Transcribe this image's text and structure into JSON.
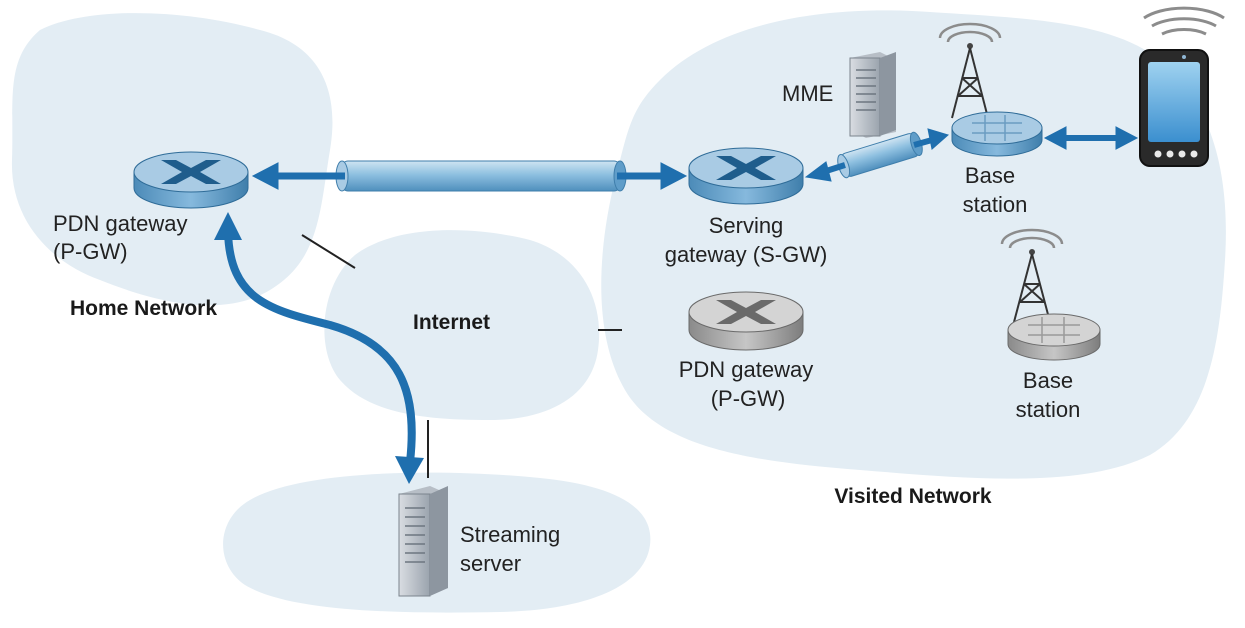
{
  "colors": {
    "cloud": "#e3edf4",
    "arrow": "#1f6fae",
    "router_top": "#a9cbe4",
    "router_side": "#5f9dc9",
    "router_x": "#1f5d8c",
    "gray_router_top": "#d4d4d4",
    "gray_router_side": "#a0a0a0",
    "gray_router_x": "#6a6a6a",
    "tunnel": "#7fb4d8"
  },
  "labels": {
    "home_pgw": [
      "PDN gateway",
      "(P-GW)"
    ],
    "home_network": "Home Network",
    "internet": "Internet",
    "mme": "MME",
    "sgw": [
      "Serving",
      "gateway (S-GW)"
    ],
    "base_station_top": [
      "Base",
      "station"
    ],
    "base_station_bottom": [
      "Base",
      "station"
    ],
    "visited_pgw": [
      "PDN gateway",
      "(P-GW)"
    ],
    "visited_network": "Visited Network",
    "streaming_server": [
      "Streaming",
      "server"
    ]
  },
  "icons": [
    "router-icon",
    "server-icon",
    "antenna-tower-icon",
    "smartphone-icon",
    "wifi-signal-icon"
  ]
}
